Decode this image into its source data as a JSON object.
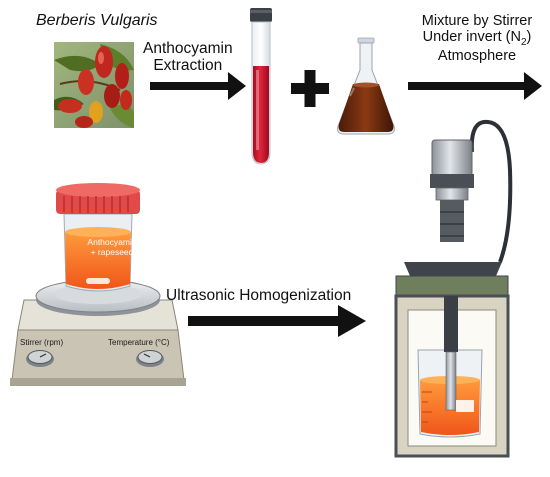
{
  "labels": {
    "plant": "Berberis Vulgaris",
    "extraction_line1": "Anthocyamin",
    "extraction_line2": "Extraction",
    "mixture_line1": "Mixture by Stirrer",
    "mixture_line2_prefix": "Under invert (N",
    "mixture_line2_sub": "2",
    "mixture_line2_suffix": ")",
    "mixture_line3": "Atmosphere",
    "ultrasonic": "Ultrasonic Homogenization",
    "jar_line1": "Anthocyamin",
    "jar_line2": "+ rapeseed",
    "stirrer_dial": "Stirrer (rpm)",
    "temperature_dial": "Temperature (°C)"
  },
  "icons": {
    "plus": "plus-icon",
    "arrows": [
      "arrow-right-icon",
      "arrow-right-icon",
      "arrow-right-icon"
    ]
  },
  "colors": {
    "extract_red": "#c8102e",
    "mixture_brown": "#6b2a10",
    "emulsion_orange": "#f26a1b",
    "jar_lid": "#e24a4a",
    "homogenizer_body": "#4a4f55",
    "arrow": "#111111"
  }
}
